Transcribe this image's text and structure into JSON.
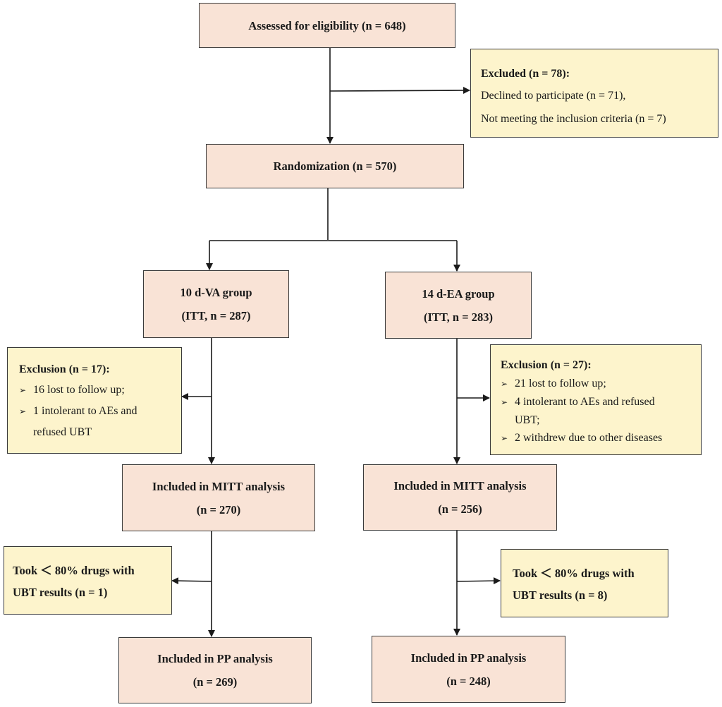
{
  "assessed": "Assessed for eligibility (n = 648)",
  "excluded": {
    "heading": "Excluded (n = 78):",
    "lines": [
      "Declined to participate (n = 71),",
      "Not meeting the inclusion criteria (n = 7)"
    ]
  },
  "randomization": "Randomization (n = 570)",
  "left": {
    "group": "10 d-VA group",
    "itt": "(ITT, n = 287)",
    "exclusion": {
      "heading": "Exclusion (n = 17):",
      "items": [
        "16 lost to follow up;",
        "1 intolerant to AEs and",
        "refused UBT"
      ]
    },
    "mitt": [
      "Included in MITT analysis",
      "(n = 270)"
    ],
    "took": [
      "Took ＜ 80% drugs with",
      "UBT results (n = 1)"
    ],
    "pp": [
      "Included in PP analysis",
      "(n = 269)"
    ]
  },
  "right": {
    "group": "14 d-EA group",
    "itt": "(ITT, n = 283)",
    "exclusion": {
      "heading": "Exclusion (n = 27):",
      "items": [
        "21 lost to follow up;",
        "4 intolerant to AEs and refused",
        "UBT;",
        "2 withdrew due to other diseases"
      ]
    },
    "mitt": [
      "Included in MITT analysis",
      "(n = 256)"
    ],
    "took": [
      "Took ＜ 80% drugs with",
      "UBT results (n = 8)"
    ],
    "pp": [
      "Included in PP analysis",
      "(n = 248)"
    ]
  },
  "bullet_glyph": "➢"
}
